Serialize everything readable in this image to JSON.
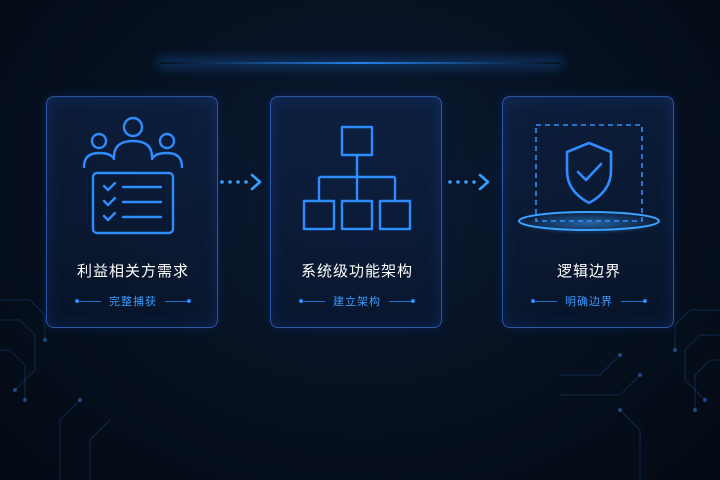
{
  "steps": [
    {
      "title": "利益相关方需求",
      "subtitle": "完整捕获",
      "icon": "stakeholders-checklist-icon"
    },
    {
      "title": "系统级功能架构",
      "subtitle": "建立架构",
      "icon": "hierarchy-tree-icon"
    },
    {
      "title": "逻辑边界",
      "subtitle": "明确边界",
      "icon": "shield-check-icon"
    }
  ],
  "colors": {
    "accent": "#2d8cff",
    "icon": "#2f8cff",
    "background": "#06101f",
    "title": "#ffffff"
  }
}
